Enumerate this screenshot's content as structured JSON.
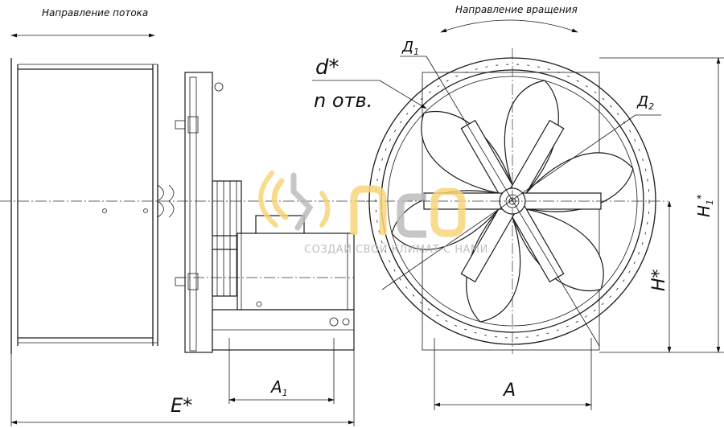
{
  "labels": {
    "flow_direction": "Направление потока",
    "rotation_direction": "Направление вращения",
    "hole_diameter": "d*",
    "hole_count": "n отв.",
    "d1": "Д",
    "d1_sub": "1",
    "d2": "Д",
    "d2_sub": "2",
    "h1": "H",
    "h1_sub": "1",
    "h1_star": "*",
    "h": "H*",
    "a1": "A",
    "a1_sub": "1",
    "a": "A",
    "e": "E*"
  },
  "watermark": {
    "logo": "ЛСО",
    "slogan": "СОЗДАЙ СВОЙ КЛИМАТ С НАМИ",
    "colors": {
      "yellow": "#f7d57a",
      "grey": "#bdbdbd"
    }
  }
}
